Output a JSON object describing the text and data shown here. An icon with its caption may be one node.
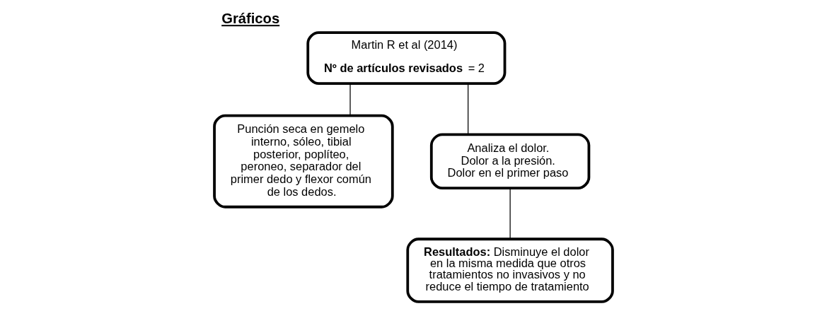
{
  "diagram": {
    "title": "Gráficos",
    "nodes": [
      {
        "text": [
          "Martin R et al (2014)",
          "**Nº de artículos revisados** = 2"
        ]
      },
      {
        "text": [
          "Punción seca en gemelo interno, sóleo, tibial posterior, poplíteo, peroneo, separador del primer dedo y flexor común de los dedos."
        ]
      },
      {
        "text": [
          "Analiza el dolor.",
          "Dolor a la presión.",
          "Dolor en el primer paso"
        ]
      },
      {
        "text": [
          "**Resultados:** Disminuye el dolor en la misma medida que otros tratamientos no invasivos y no reduce el tiempo de tratamiento"
        ]
      }
    ],
    "edges": [
      {
        "from": 0,
        "to": 1,
        "arrow": "none"
      },
      {
        "from": 0,
        "to": 2,
        "arrow": "none"
      },
      {
        "from": 2,
        "to": 3,
        "arrow": "none"
      }
    ]
  }
}
